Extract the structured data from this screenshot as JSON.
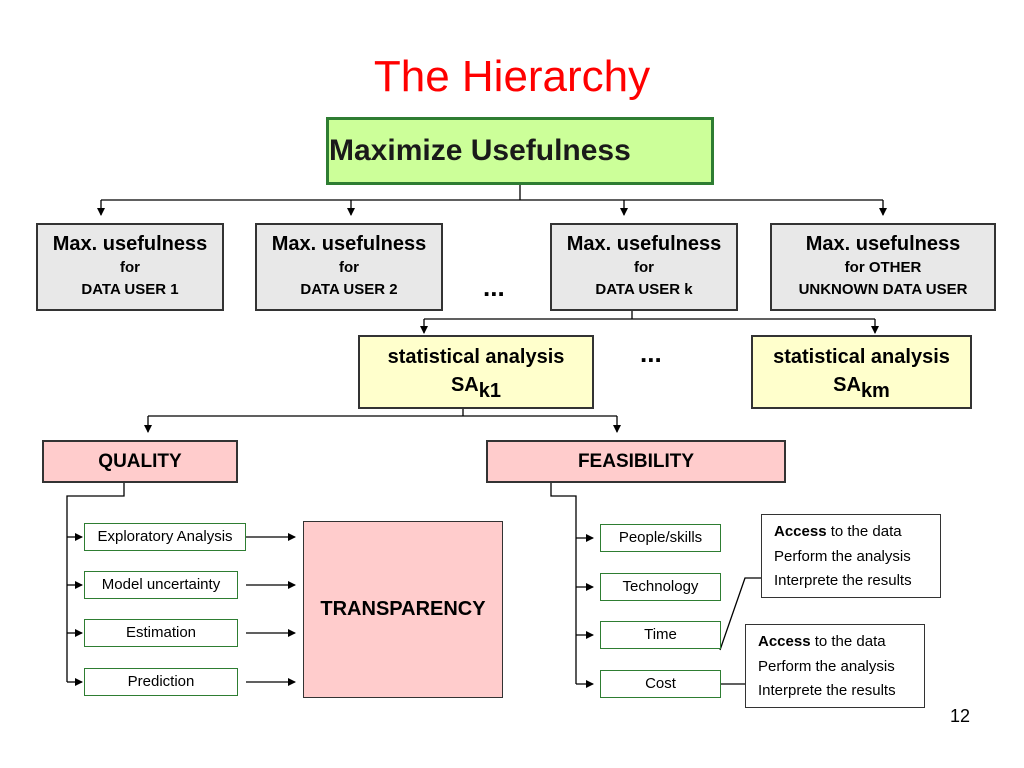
{
  "title": "The Hierarchy",
  "top": "Maximize Usefulness",
  "users": [
    {
      "heading": "Max. usefulness",
      "line1": "for",
      "line2": "DATA USER 1"
    },
    {
      "heading": "Max. usefulness",
      "line1": "for",
      "line2": "DATA USER 2"
    },
    {
      "heading": "Max. usefulness",
      "line1": "for",
      "line2": "DATA USER k"
    },
    {
      "heading": "Max. usefulness",
      "line1": "for OTHER",
      "line2": "UNKNOWN DATA USER"
    }
  ],
  "ellipsis": "...",
  "analyses": [
    {
      "heading": "statistical analysis",
      "prefix": "SA",
      "sub": "k1"
    },
    {
      "heading": "statistical analysis",
      "prefix": "SA",
      "sub": "km"
    }
  ],
  "quality": {
    "label": "QUALITY",
    "items": [
      "Exploratory Analysis",
      "Model uncertainty",
      "Estimation",
      "Prediction"
    ]
  },
  "feasibility": {
    "label": "FEASIBILITY",
    "items": [
      "People/skills",
      "Technology",
      "Time",
      "Cost"
    ]
  },
  "transparency": "TRANSPARENCY",
  "notes": [
    {
      "bold": "Access",
      "rest": " to the data",
      "line2": "Perform the analysis",
      "line3": "Interprete the results"
    },
    {
      "bold": "Access",
      "rest": " to the data",
      "line2": "Perform the analysis",
      "line3": "Interprete the results"
    }
  ],
  "page_number": "12"
}
